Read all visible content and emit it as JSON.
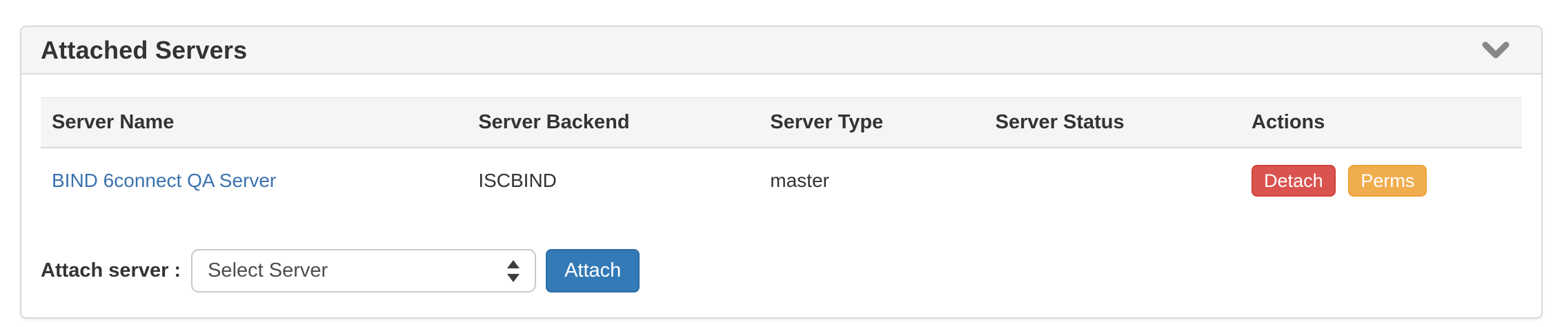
{
  "panel": {
    "title": "Attached Servers",
    "collapse_icon": "chevron-down-icon"
  },
  "table": {
    "columns": [
      "Server Name",
      "Server Backend",
      "Server Type",
      "Server Status",
      "Actions"
    ],
    "rows": [
      {
        "server_name": "BIND 6connect QA Server",
        "server_backend": "ISCBIND",
        "server_type": "master",
        "server_status": "",
        "actions": [
          "Detach",
          "Perms"
        ]
      }
    ]
  },
  "attach_form": {
    "label": "Attach server :",
    "select_value": "Select Server",
    "select_icon": "up-down-arrows-icon",
    "attach_button": "Attach"
  },
  "colors": {
    "link": "#3a72ad",
    "danger": "#d9534f",
    "danger_border": "#d43f3a",
    "warning": "#f0ad4e",
    "warning_border": "#eea236",
    "primary": "#337ab7",
    "primary_border": "#2e6da4",
    "heading_bg": "#f5f5f5",
    "panel_border": "#d9d9d9",
    "text": "#333333"
  }
}
